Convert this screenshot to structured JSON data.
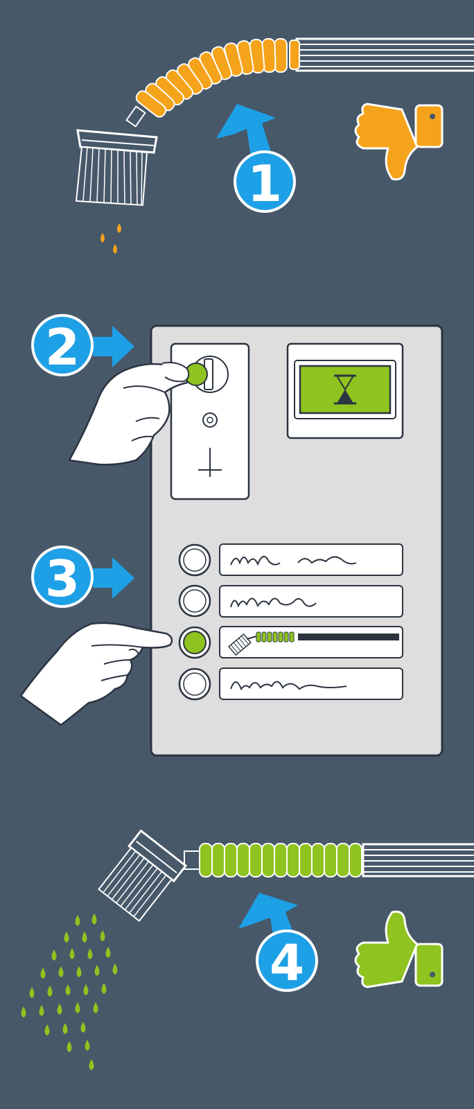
{
  "colors": {
    "background": "#475869",
    "step_blue": "#1ea0e6",
    "warning_orange": "#f5a31a",
    "success_green": "#8fc31f",
    "panel_gray": "#dedede",
    "outline_dark": "#2b3440",
    "line_white": "#ffffff"
  },
  "steps": {
    "s1": "1",
    "s2": "2",
    "s3": "3",
    "s4": "4"
  },
  "icons": {
    "wrong": "thumbs-down-icon",
    "right": "thumbs-up-icon",
    "timer": "hourglass-icon",
    "coin_slot": "coin-slot-icon"
  },
  "program_buttons": [
    {
      "state": "off"
    },
    {
      "state": "off"
    },
    {
      "state": "selected"
    },
    {
      "state": "off"
    }
  ]
}
